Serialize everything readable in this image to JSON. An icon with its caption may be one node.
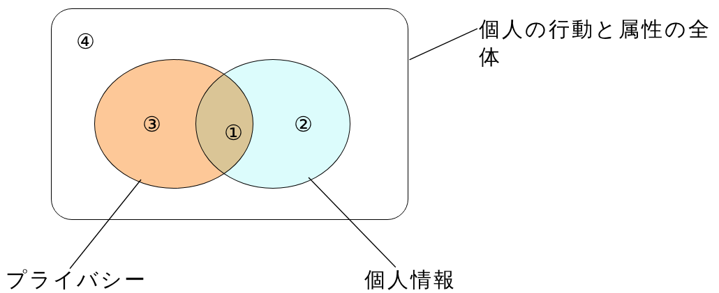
{
  "diagram": {
    "nodes": [
      {
        "text": [
          "④"
        ]
      },
      {
        "text": [
          "③"
        ],
        "in": 0
      },
      {
        "text": [
          "②"
        ],
        "in": 0
      },
      {
        "text": [
          "個人の行動と属性の全体"
        ]
      },
      {
        "text": [
          "プライバシー"
        ]
      },
      {
        "text": [
          "個人情報"
        ]
      }
    ],
    "edges": [
      {
        "from": 3,
        "to": 0,
        "arrow": "none"
      },
      {
        "from": 4,
        "to": 1,
        "arrow": "none"
      },
      {
        "from": 5,
        "to": 2,
        "arrow": "none"
      }
    ],
    "labels": [
      "①"
    ]
  }
}
